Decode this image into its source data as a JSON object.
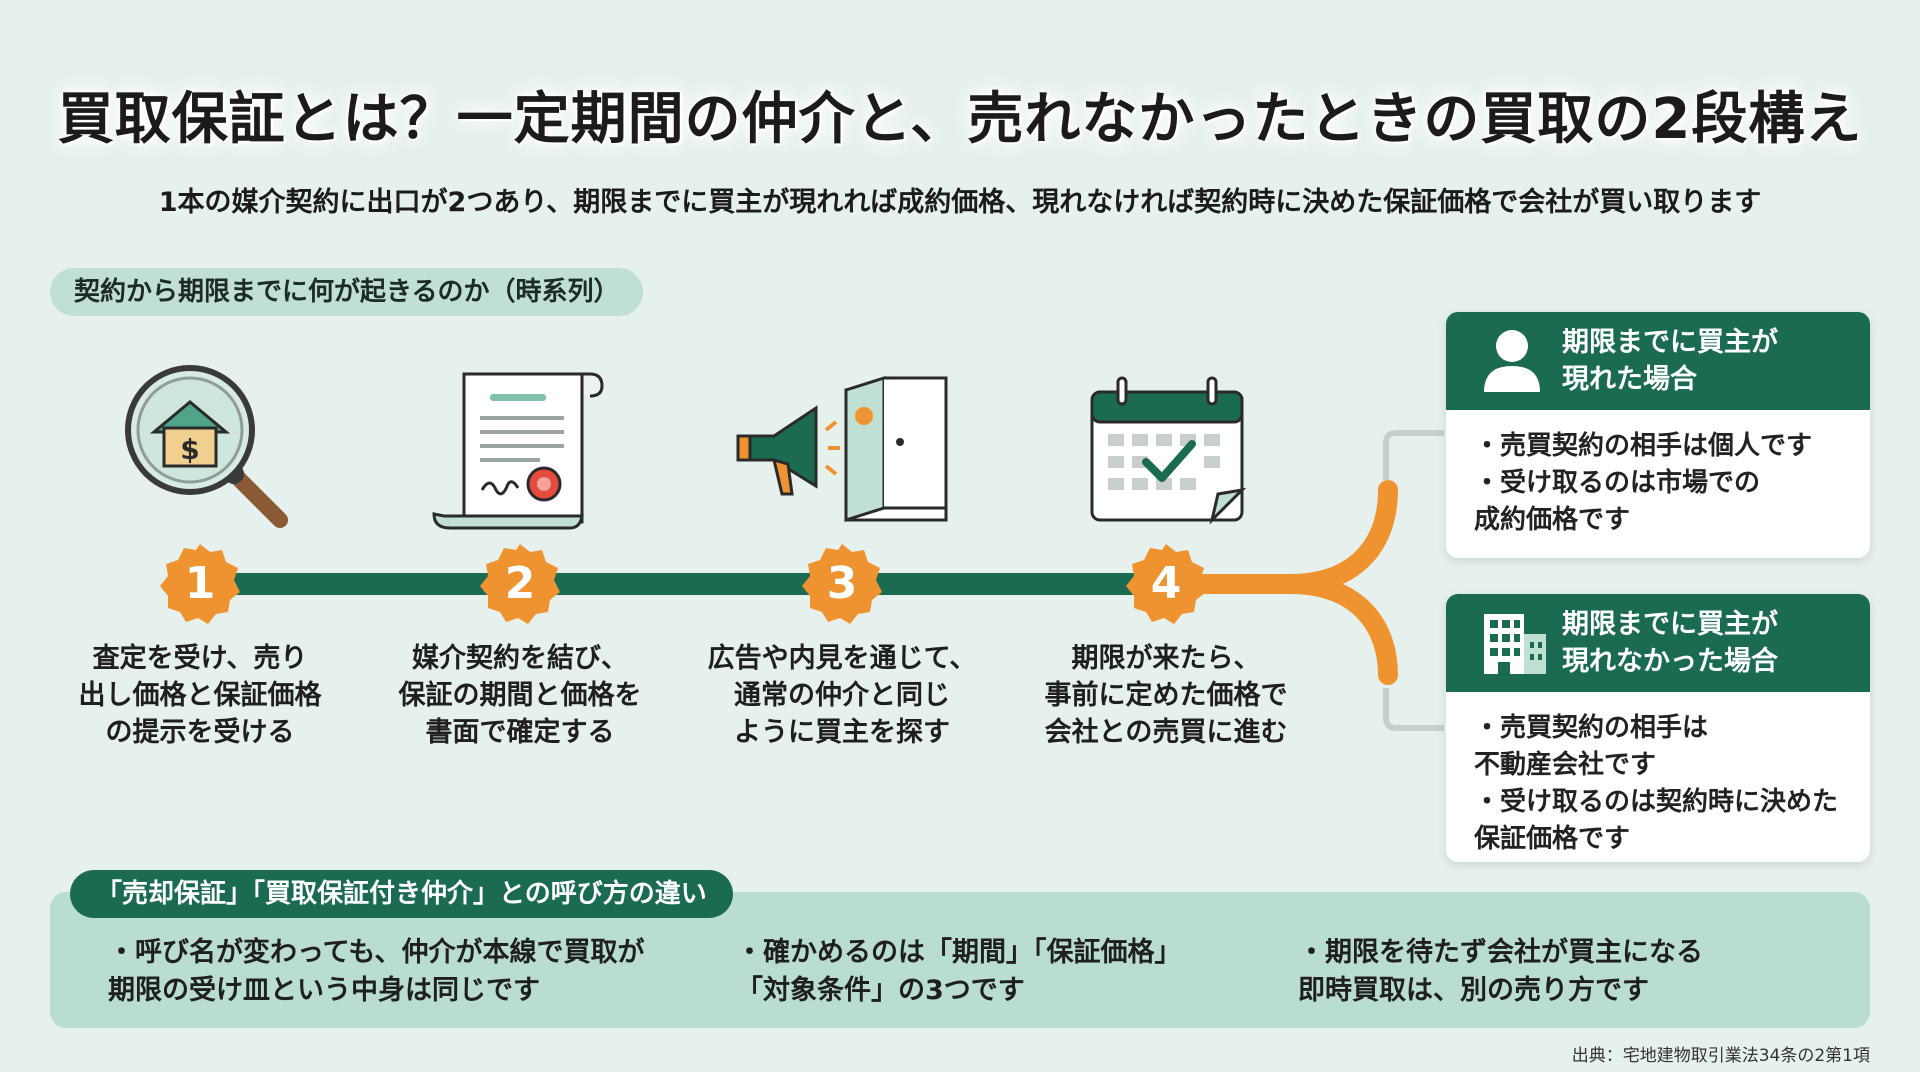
{
  "header": {
    "title": "買取保証とは？一定期間の仲介と、売れなかったときの買取の2段構え",
    "subtitle": "1本の媒介契約に出口が2つあり、期限までに買主が現れれば成約価格、現れなければ契約時に決めた保証価格で会社が買い取ります"
  },
  "timeline": {
    "tag": "契約から期限までに何が起きるのか（時系列）",
    "steps": [
      {
        "number": "1",
        "line1": "査定を受け、売り",
        "line2": "出し価格と保証価格",
        "line3": "の提示を受ける",
        "icon": "house-magnifier-icon"
      },
      {
        "number": "2",
        "line1": "媒介契約を結び、",
        "line2": "保証の期間と価格を",
        "line3": "書面で確定する",
        "icon": "contract-document-icon"
      },
      {
        "number": "3",
        "line1": "広告や内見を通じて、",
        "line2": "通常の仲介と同じ",
        "line3": "ように買主を探す",
        "icon": "megaphone-door-icon"
      },
      {
        "number": "4",
        "line1": "期限が来たら、",
        "line2": "事前に定めた価格で",
        "line3": "会社との売買に進む",
        "icon": "calendar-check-icon"
      }
    ]
  },
  "outcomes": [
    {
      "title_line1": "期限までに買主が",
      "title_line2": "現れた場合",
      "icon": "person-icon",
      "bullets": [
        {
          "line1": "・売買契約の相手は個人です"
        },
        {
          "line1": "・受け取るのは市場での",
          "line2": "成約価格です"
        }
      ]
    },
    {
      "title_line1": "期限までに買主が",
      "title_line2": "現れなかった場合",
      "icon": "building-icon",
      "bullets": [
        {
          "line1": "・売買契約の相手は",
          "line2": "不動産会社です"
        },
        {
          "line1": "・受け取るのは契約時に決めた",
          "line2": "保証価格です"
        }
      ]
    }
  ],
  "naming": {
    "tag": "「売却保証」「買取保証付き仲介」との呼び方の違い",
    "items": [
      {
        "line1": "・呼び名が変わっても、仲介が本線で買取が",
        "line2": "期限の受け皿という中身は同じです"
      },
      {
        "line1": "・確かめるのは「期間」「保証価格」",
        "line2": "「対象条件」の3つです"
      },
      {
        "line1": "・期限を待たず会社が買主になる",
        "line2": "即時買取は、別の売り方です"
      }
    ]
  },
  "source": "出典：宅地建物取引業法34条の2第1項",
  "colors": {
    "accent_green": "#1b6a52",
    "accent_orange": "#ef9330",
    "background": "#e6f1ed",
    "tag_mint": "#bfe0d3"
  }
}
